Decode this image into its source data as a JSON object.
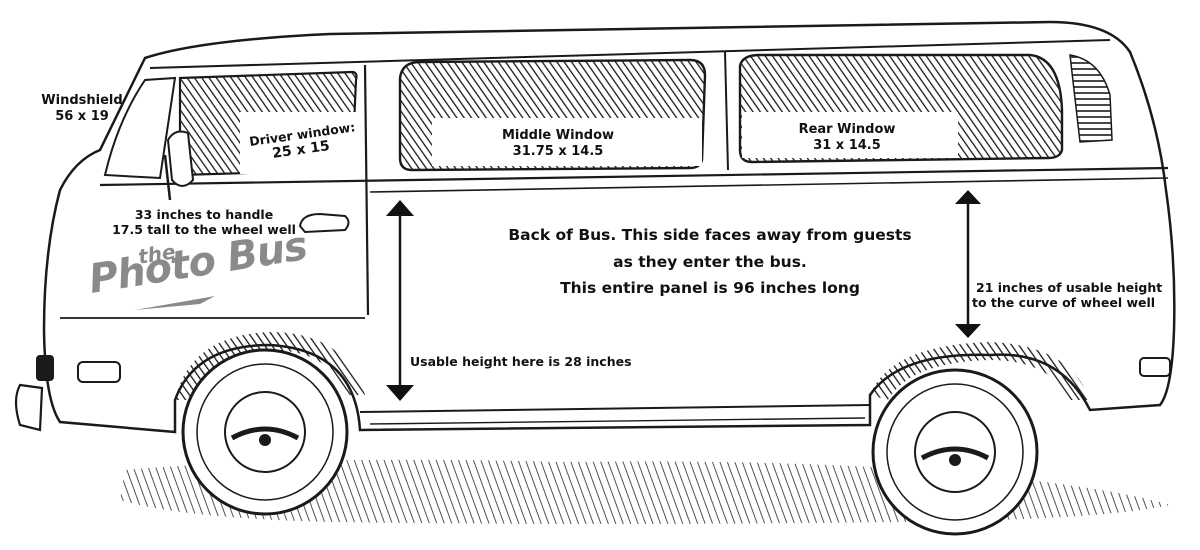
{
  "labels": {
    "windshield_title": "Windshield",
    "windshield_size": "56 x 19",
    "driver_title": "Driver window:",
    "driver_size": "25 x 15",
    "middle_title": "Middle Window",
    "middle_size": "31.75 x 14.5",
    "rear_title": "Rear Window",
    "rear_size": "31 x 14.5",
    "handle_line1": "33 inches to handle",
    "handle_line2": "17.5 tall to the wheel well",
    "panel_line1": "Back of Bus. This side faces away from guests",
    "panel_line2": "as they enter the bus.",
    "panel_line3": "This entire panel is 96 inches long",
    "usable_left": "Usable height here is 28 inches",
    "usable_right_line1": "21 inches of usable height",
    "usable_right_line2": "to the curve of wheel well"
  },
  "logo": {
    "the": "the",
    "name": "Photo Bus"
  },
  "colors": {
    "ink": "#1a1a1a",
    "shade": "#3a3a3a",
    "logo_gray": "#8a8a8a"
  }
}
